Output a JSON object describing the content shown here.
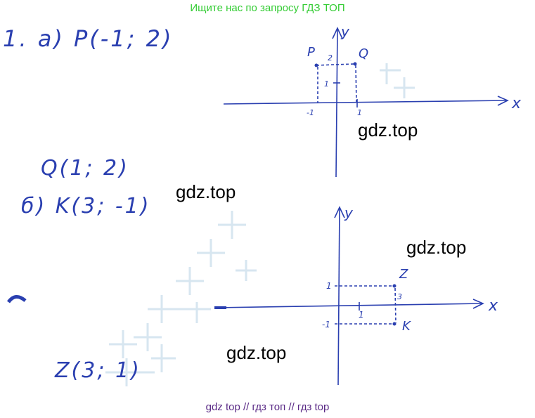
{
  "header": {
    "text": "Ищите нас по запросу ГДЗ ТОП"
  },
  "footer": {
    "text": "gdz top  //  гдз топ  //  гдз top"
  },
  "watermarks": [
    "gdz.top",
    "gdz.top",
    "gdz.top",
    "gdz.top"
  ],
  "solution": {
    "task_a": "1.  a) P(-1; 2)",
    "point_q": "Q(1; 2)",
    "task_b": "б)  K(3; -1)",
    "point_z": "Z(3; 1)"
  },
  "graph_a": {
    "axis_x": "x",
    "axis_y": "y",
    "point_p": "P",
    "point_q": "Q",
    "tick_2": "2",
    "tick_1_y": "1",
    "tick_neg1": "-1",
    "tick_1_x": "1"
  },
  "graph_b": {
    "axis_x": "x",
    "axis_y": "y",
    "point_z": "Z",
    "point_k": "K",
    "tick_1_y": "1",
    "tick_neg1": "-1",
    "tick_1_x": "1",
    "tick_3": "3"
  },
  "colors": {
    "ink": "#2a3fb0",
    "header": "#33cc33",
    "footer": "#5a2a86"
  }
}
